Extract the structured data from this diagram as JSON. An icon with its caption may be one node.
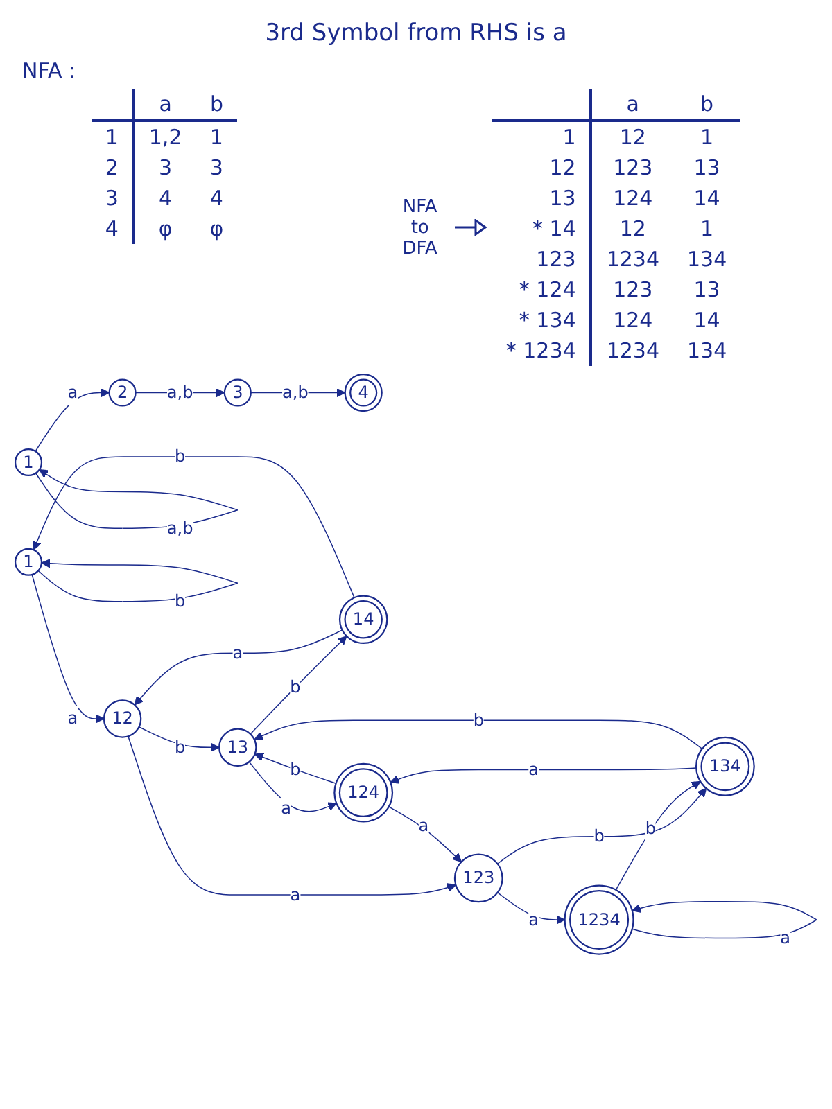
{
  "diagram": {
    "title": "3rd Symbol from RHS is a",
    "nodes": [
      {
        "text": [
          "1"
        ]
      },
      {
        "text": [
          "2"
        ]
      },
      {
        "text": [
          "3"
        ]
      },
      {
        "text": [
          "4"
        ]
      },
      {
        "text": [
          "1"
        ]
      },
      {
        "text": [
          "12"
        ]
      },
      {
        "text": [
          "13"
        ]
      },
      {
        "text": [
          "14"
        ]
      },
      {
        "text": [
          "123"
        ]
      },
      {
        "text": [
          "124"
        ]
      },
      {
        "text": [
          "134"
        ]
      },
      {
        "text": [
          "1234"
        ]
      }
    ],
    "edges": [
      {
        "from": 0,
        "to": 0,
        "arrow": "to",
        "label": "a,b"
      },
      {
        "from": 0,
        "to": 1,
        "arrow": "to",
        "label": "a"
      },
      {
        "from": 1,
        "to": 2,
        "arrow": "to",
        "label": "a,b"
      },
      {
        "from": 2,
        "to": 3,
        "arrow": "to",
        "label": "a,b"
      },
      {
        "from": 4,
        "to": 4,
        "arrow": "to",
        "label": "b"
      },
      {
        "from": 4,
        "to": 5,
        "arrow": "to",
        "label": "a"
      },
      {
        "from": 5,
        "to": 6,
        "arrow": "to",
        "label": "b"
      },
      {
        "from": 5,
        "to": 8,
        "arrow": "to",
        "label": "a"
      },
      {
        "from": 6,
        "to": 7,
        "arrow": "to",
        "label": "b"
      },
      {
        "from": 6,
        "to": 9,
        "arrow": "to",
        "label": "a"
      },
      {
        "from": 7,
        "to": 5,
        "arrow": "to",
        "label": "a"
      },
      {
        "from": 7,
        "to": 4,
        "arrow": "to",
        "label": "b"
      },
      {
        "from": 8,
        "to": 11,
        "arrow": "to",
        "label": "a"
      },
      {
        "from": 8,
        "to": 10,
        "arrow": "to",
        "label": "b"
      },
      {
        "from": 9,
        "to": 8,
        "arrow": "to",
        "label": "a"
      },
      {
        "from": 9,
        "to": 6,
        "arrow": "to",
        "label": "b"
      },
      {
        "from": 10,
        "to": 9,
        "arrow": "to",
        "label": "a"
      },
      {
        "from": 10,
        "to": 6,
        "arrow": "to",
        "label": "b"
      },
      {
        "from": 11,
        "to": 11,
        "arrow": "to",
        "label": "a"
      },
      {
        "from": 11,
        "to": 10,
        "arrow": "to",
        "label": "b"
      }
    ],
    "labels": [
      "NFA :",
      "a",
      "b",
      "1",
      "1,2",
      "1",
      "2",
      "3",
      "3",
      "3",
      "4",
      "4",
      "4",
      "φ",
      "φ",
      "NFA to DFA",
      "a",
      "b",
      "1",
      "12",
      "1",
      "12",
      "123",
      "13",
      "13",
      "124",
      "14",
      "* 14",
      "12",
      "1",
      "123",
      "1234",
      "134",
      "* 124",
      "123",
      "13",
      "* 134",
      "124",
      "14",
      "* 1234",
      "1234",
      "134"
    ]
  }
}
